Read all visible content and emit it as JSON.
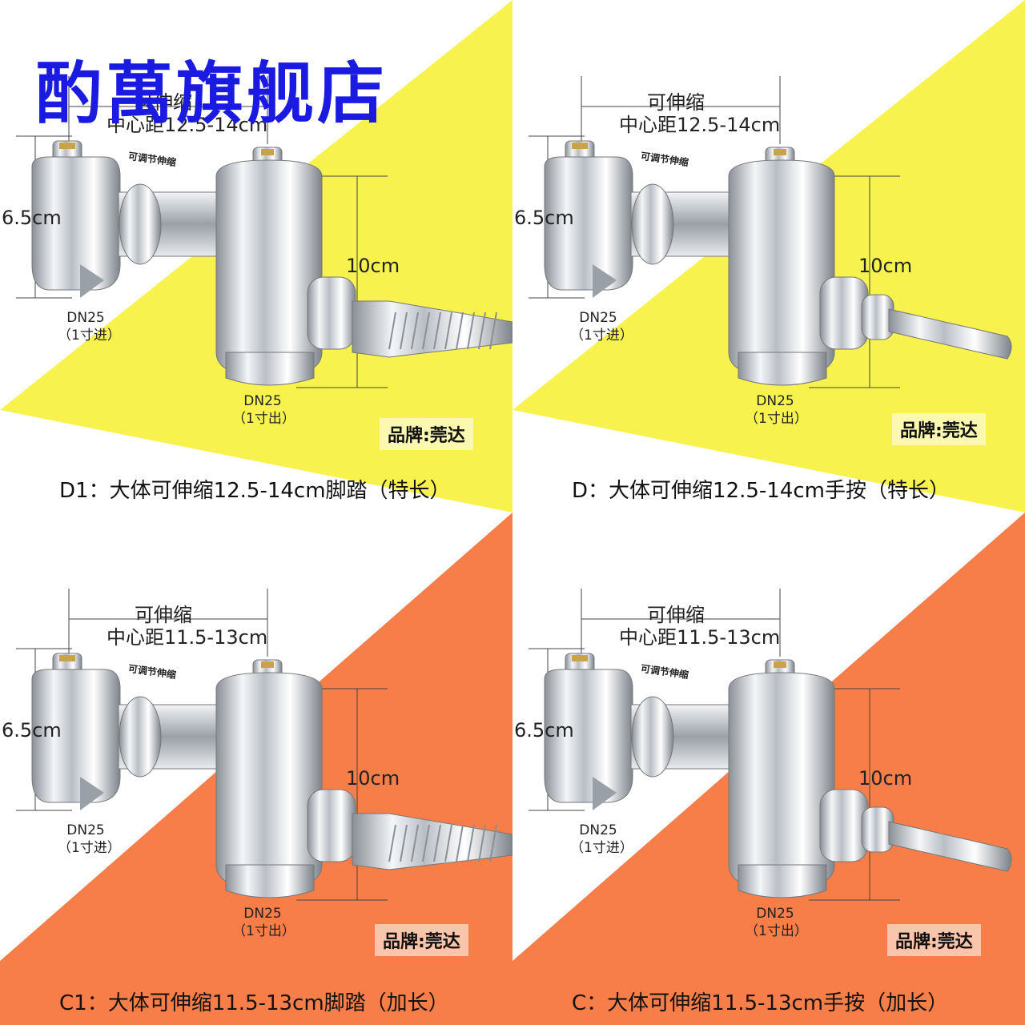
{
  "store_name": "酌萬旗舰店",
  "panels": [
    {
      "id": "D1",
      "bg_color": "#f7f24e",
      "type": "pedal",
      "label_extend": "可伸缩",
      "label_center": "中心距12.5-14cm",
      "label_adjust": "可调节伸缩",
      "label_height": "6.5cm",
      "label_length": "10cm",
      "label_in_size": "DN25",
      "label_in": "（1寸进）",
      "label_out_size": "DN25",
      "label_out": "（1寸出）",
      "brand": "品牌:莞达",
      "caption": "D1：大体可伸缩12.5-14cm脚踏（特长）"
    },
    {
      "id": "D",
      "bg_color": "#f7f24e",
      "type": "lever",
      "label_extend": "可伸缩",
      "label_center": "中心距12.5-14cm",
      "label_adjust": "可调节伸缩",
      "label_height": "6.5cm",
      "label_length": "10cm",
      "label_in_size": "DN25",
      "label_in": "（1寸进）",
      "label_out_size": "DN25",
      "label_out": "（1寸出）",
      "brand": "品牌:莞达",
      "caption": "D：大体可伸缩12.5-14cm手按（特长）"
    },
    {
      "id": "C1",
      "bg_color": "#f77e48",
      "type": "pedal",
      "label_extend": "可伸缩",
      "label_center": "中心距11.5-13cm",
      "label_adjust": "可调节伸缩",
      "label_height": "6.5cm",
      "label_length": "10cm",
      "label_in_size": "DN25",
      "label_in": "（1寸进）",
      "label_out_size": "DN25",
      "label_out": "（1寸出）",
      "brand": "品牌:莞达",
      "caption": "C1：大体可伸缩11.5-13cm脚踏（加长）"
    },
    {
      "id": "C",
      "bg_color": "#f77e48",
      "type": "lever",
      "label_extend": "可伸缩",
      "label_center": "中心距11.5-13cm",
      "label_adjust": "可调节伸缩",
      "label_height": "6.5cm",
      "label_length": "10cm",
      "label_in_size": "DN25",
      "label_in": "（1寸进）",
      "label_out_size": "DN25",
      "label_out": "（1寸出）",
      "brand": "品牌:莞达",
      "caption": "C：大体可伸缩11.5-13cm手按（加长）"
    }
  ]
}
